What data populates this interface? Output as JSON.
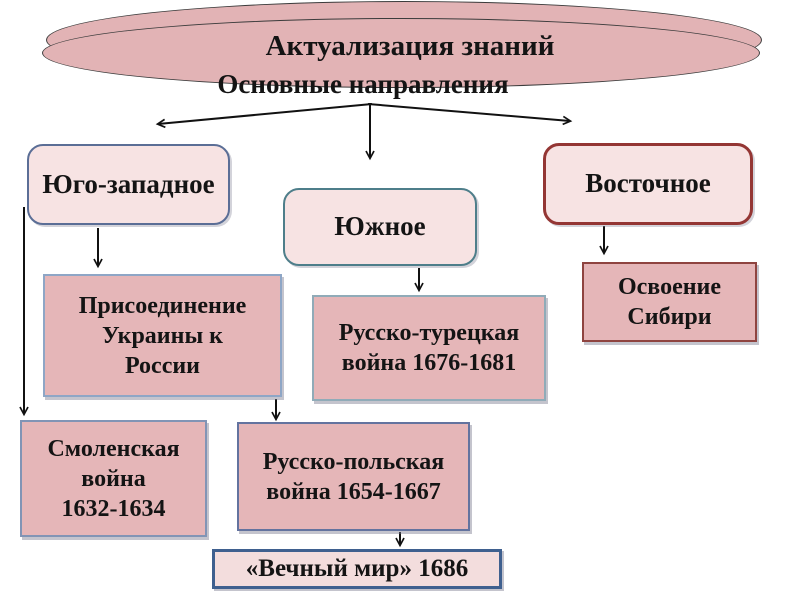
{
  "slide": {
    "title": "Актуализация знаний",
    "subtitle": "Основные направления"
  },
  "nodes": {
    "southwest": "Юго-западное",
    "south": "Южное",
    "east": "Восточное",
    "ukraine": [
      "Присоединение",
      "Украины к",
      "России"
    ],
    "turkish_war": [
      "Русско-турецкая",
      "война 1676-1681"
    ],
    "smolensk_war": [
      "Смоленская",
      "война",
      "1632-1634"
    ],
    "polish_war": [
      "Русско-польская",
      "война 1654-1667"
    ],
    "siberia": [
      "Освоение",
      "Сибири"
    ],
    "eternal_peace": "«Вечный мир» 1686"
  },
  "colors": {
    "ellipse_fill": "#e2b3b5",
    "node_light_fill": "#f7e3e3",
    "node_dark_fill": "#e5b6b8",
    "eternal_fill": "#f3dddd",
    "border_slate_blue": "#5b6e96",
    "border_teal": "#4e7e8a",
    "border_maroon": "#943634",
    "border_ukraine": "#8ea6c6",
    "border_turkish": "#90abb8",
    "border_smolensk": "#8194b5",
    "border_polish": "#63739f",
    "border_siberia": "#8f4440",
    "border_navy": "#3f608f",
    "arrow": "#111111",
    "text": "#141414"
  }
}
